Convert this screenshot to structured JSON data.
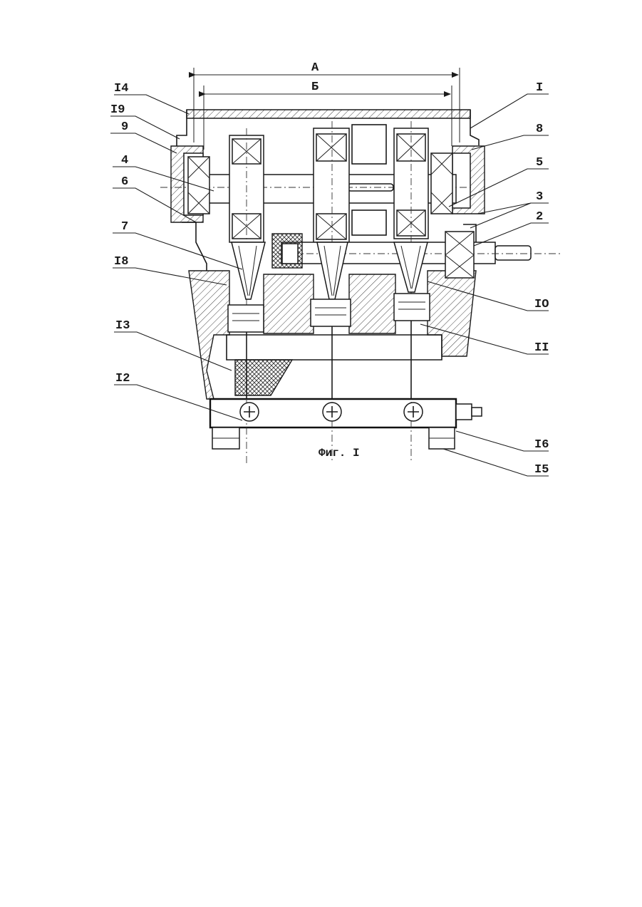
{
  "figure": {
    "caption": "Фиг. I",
    "dimensions": {
      "overall": "А",
      "inner": "Б"
    },
    "part_labels": {
      "p1": "I",
      "p2": "2",
      "p3": "3",
      "p4": "4",
      "p5": "5",
      "p6": "6",
      "p7": "7",
      "p8": "8",
      "p9": "9",
      "p10": "IO",
      "p11": "II",
      "p12": "I2",
      "p13": "I3",
      "p14": "I4",
      "p15": "I5",
      "p16": "I6",
      "p18": "I8",
      "p19": "I9"
    }
  }
}
